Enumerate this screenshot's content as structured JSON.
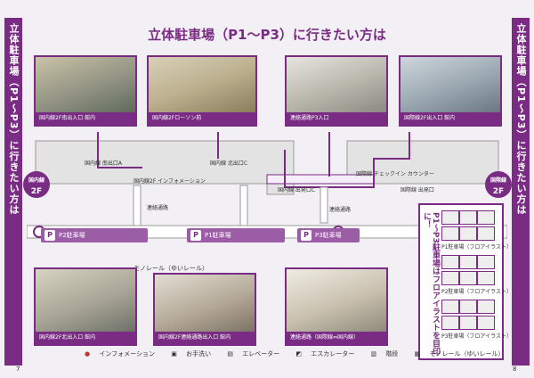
{
  "title": "立体駐車場（P1～P3）に行きたい方は",
  "side_left": "立体駐車場（P1～P3）に行きたい方は",
  "side_right": "立体駐車場（P1～P3）に行きたい方は",
  "photos_top": [
    {
      "caption": "国内線2F南出入口 館内"
    },
    {
      "caption": "国内線2Fローソン前"
    },
    {
      "caption": "連絡通路P3入口"
    },
    {
      "caption": "国際線2F出入口 館内"
    }
  ],
  "photos_bottom": [
    {
      "caption": "国内線2F北出入口 館内"
    },
    {
      "caption": "国内線2F連絡通路出入口 館内"
    },
    {
      "caption": "連絡通路（国際線⇔国内線）"
    }
  ],
  "map": {
    "left_floor": {
      "line1": "国内線",
      "line2": "2F"
    },
    "right_floor": {
      "line1": "国際線",
      "line2": "2F"
    },
    "labels": {
      "domestic_south": "国内線 南出口A",
      "domestic_north": "国内線 北出口C",
      "info": "国内線2F インフォメーション",
      "domestic_exit": "国内線 出発口C",
      "intl_checkin": "国際線 チェックイン カウンター",
      "intl_exit": "国際線 出発口",
      "road1": "連絡通路",
      "road2": "連絡通路"
    },
    "parking": {
      "p2": "P2駐車場",
      "p1": "P1駐車場",
      "p3": "P3駐車場"
    },
    "monorail": "モノレール（ゆいレール）"
  },
  "sidebox": {
    "vertical_text": "P1～P3駐車場はフロアイラストを目印に！",
    "cap1": "P1駐車場（フロアイラスト）",
    "cap2": "P2駐車場（フロアイラスト）",
    "cap3": "P3駐車場（フロアイラスト）"
  },
  "legend": {
    "info": "インフォメーション",
    "toilet": "お手洗い",
    "elevator": "エレベーター",
    "escalator": "エスカレーター",
    "stairs": "階段",
    "monorail": "モノレール（ゆいレール）"
  },
  "page_left": "7",
  "page_right": "8",
  "colors": {
    "accent": "#7a2c84",
    "light": "#9c5da7"
  }
}
